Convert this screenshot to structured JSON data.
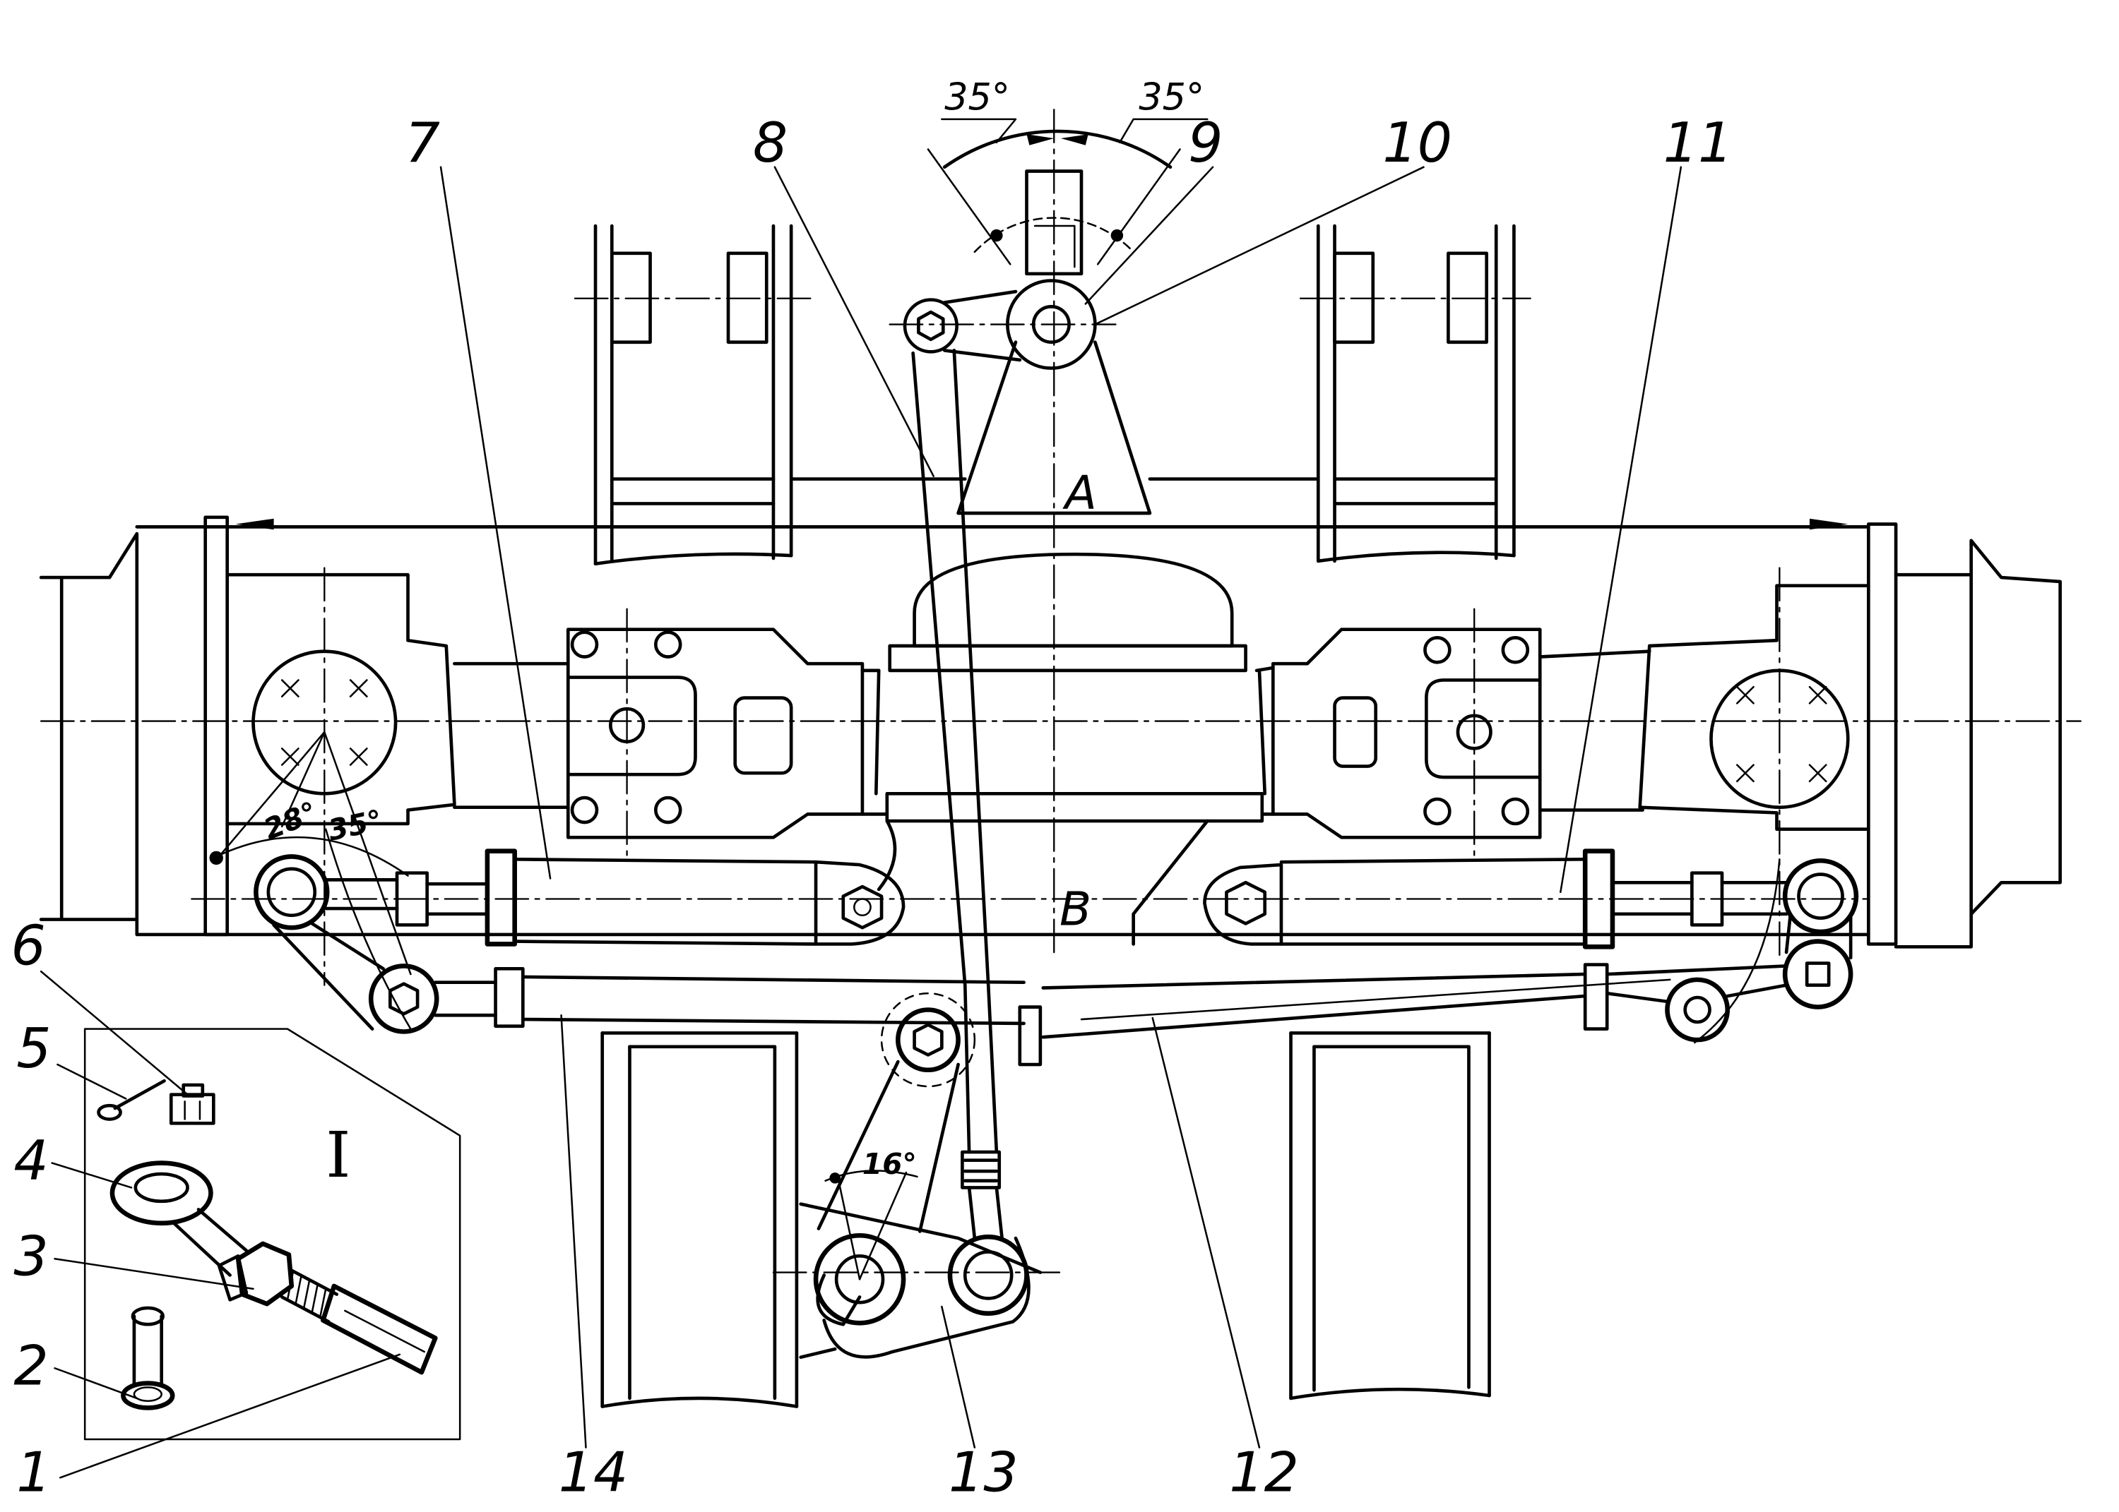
{
  "callouts": {
    "n1": "1",
    "n2": "2",
    "n3": "3",
    "n4": "4",
    "n5": "5",
    "n6": "6",
    "n7": "7",
    "n8": "8",
    "n9": "9",
    "n10": "10",
    "n11": "11",
    "n12": "12",
    "n13": "13",
    "n14": "14"
  },
  "detail_view": {
    "label": "I"
  },
  "angles": {
    "top_left": "35°",
    "top_right": "35°",
    "knuckle_inner": "28°",
    "knuckle_outer": "35°",
    "lever": "16°"
  },
  "section_marks": {
    "a": "A",
    "b": "B"
  },
  "colors": {
    "ink": "#000000",
    "background": "#ffffff"
  }
}
